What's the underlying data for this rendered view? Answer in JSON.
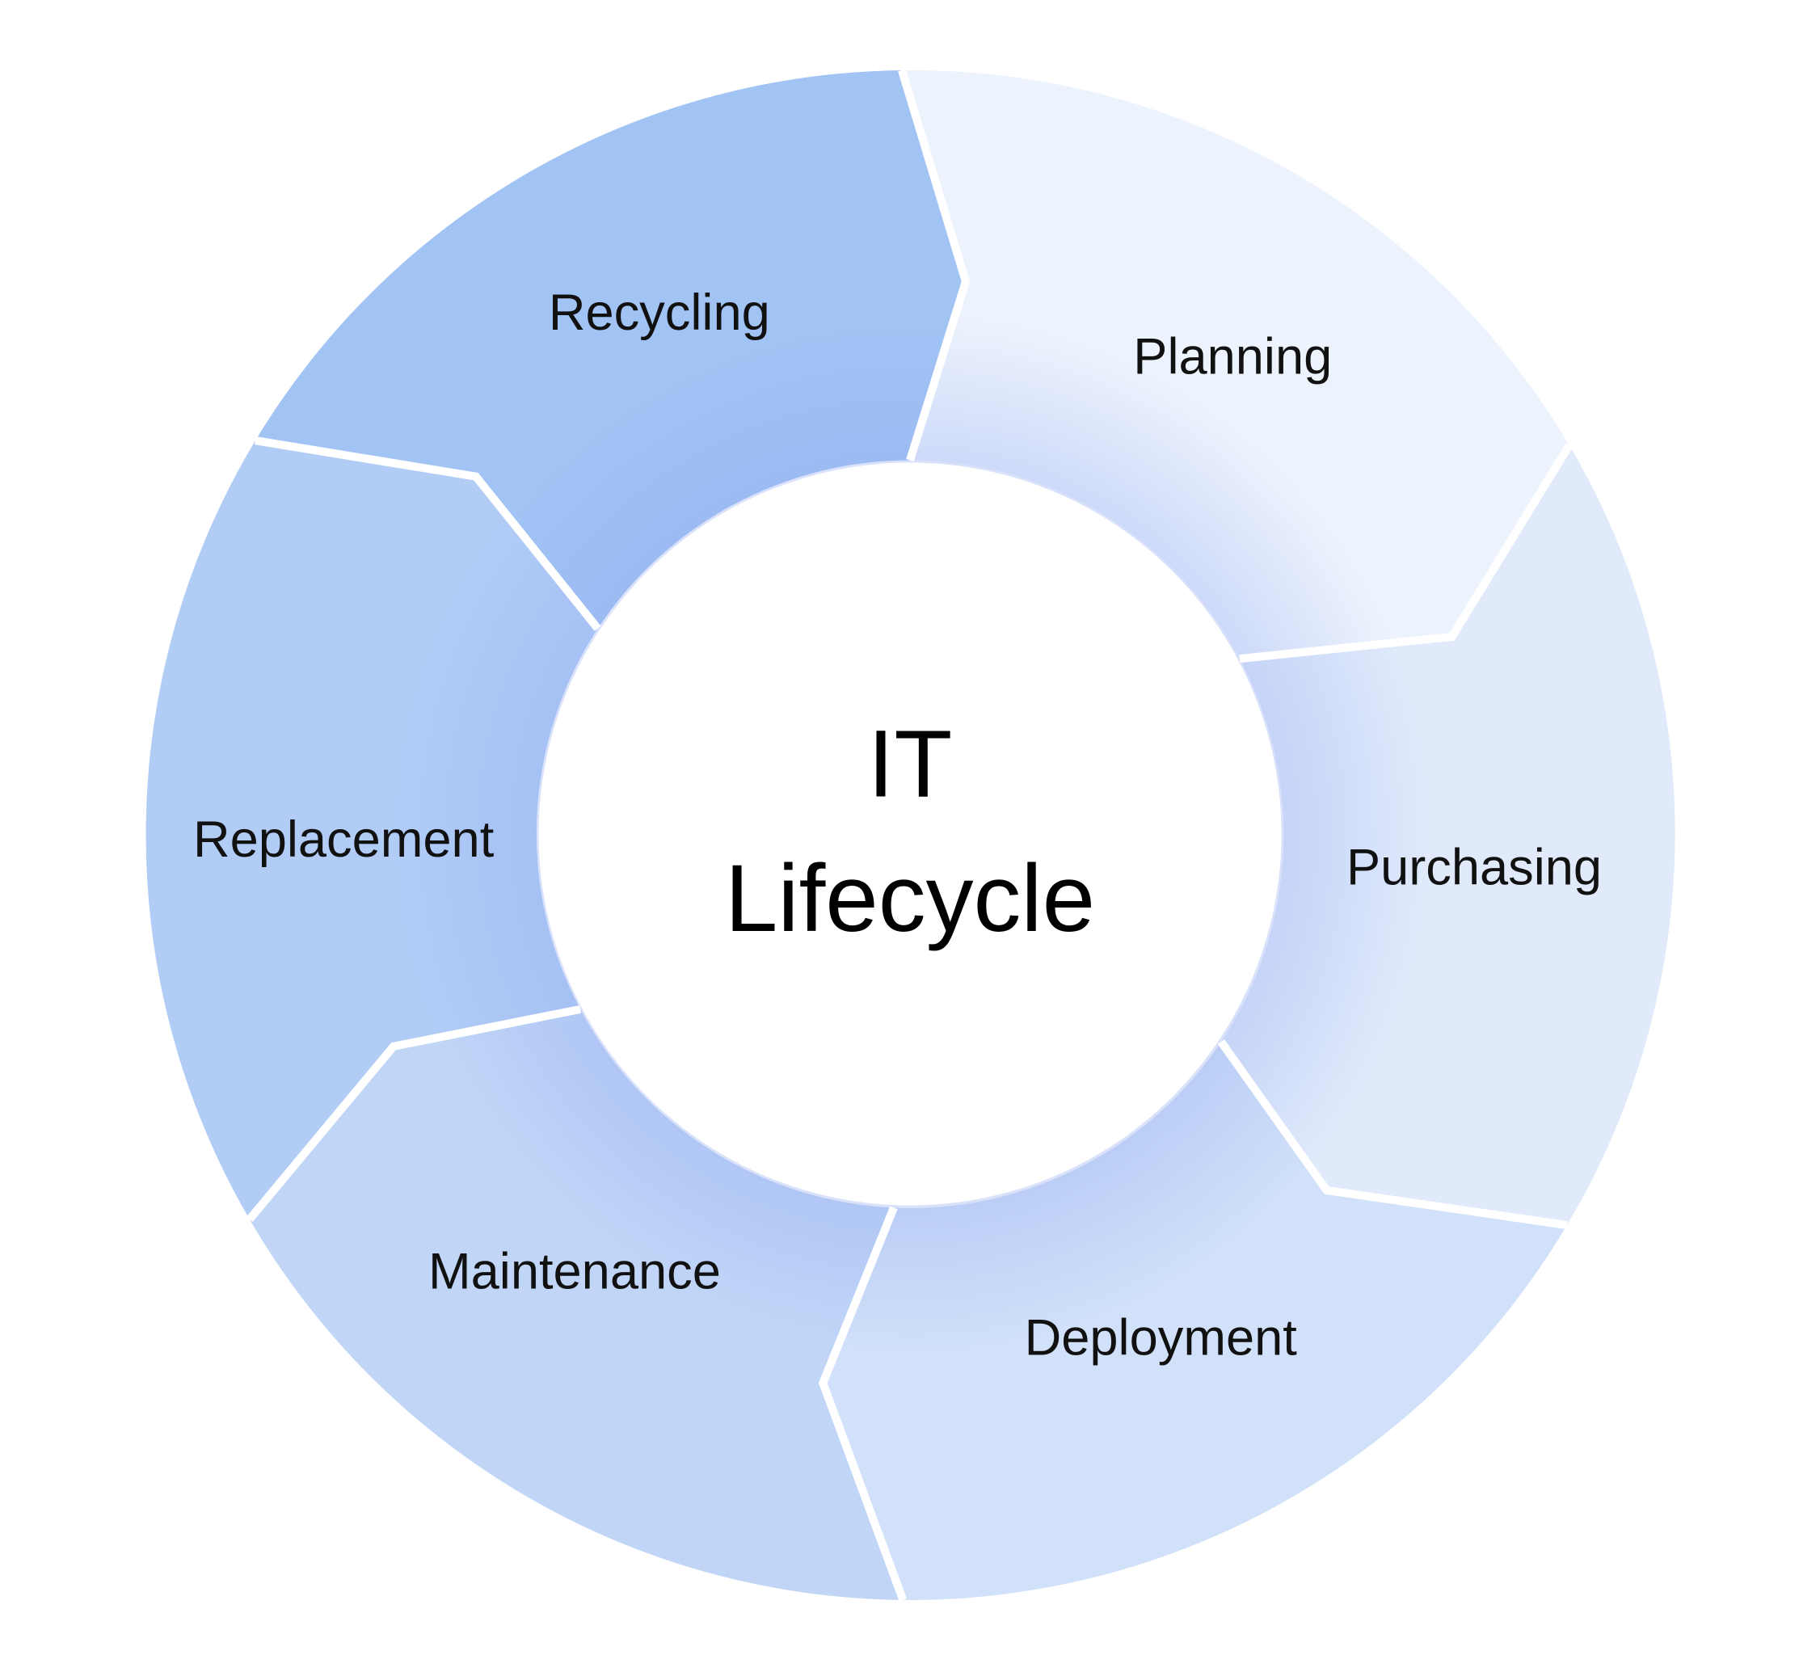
{
  "diagram": {
    "title_line1": "IT",
    "title_line2": "Lifecycle",
    "segments": [
      {
        "label": "Planning",
        "color": "#edf3fd"
      },
      {
        "label": "Purchasing",
        "color": "#e0eafb"
      },
      {
        "label": "Deployment",
        "color": "#d1e1f9"
      },
      {
        "label": "Maintenance",
        "color": "#c1d6f7"
      },
      {
        "label": "Replacement",
        "color": "#b1cdf6"
      },
      {
        "label": "Recycling",
        "color": "#a2c4f4"
      }
    ]
  }
}
